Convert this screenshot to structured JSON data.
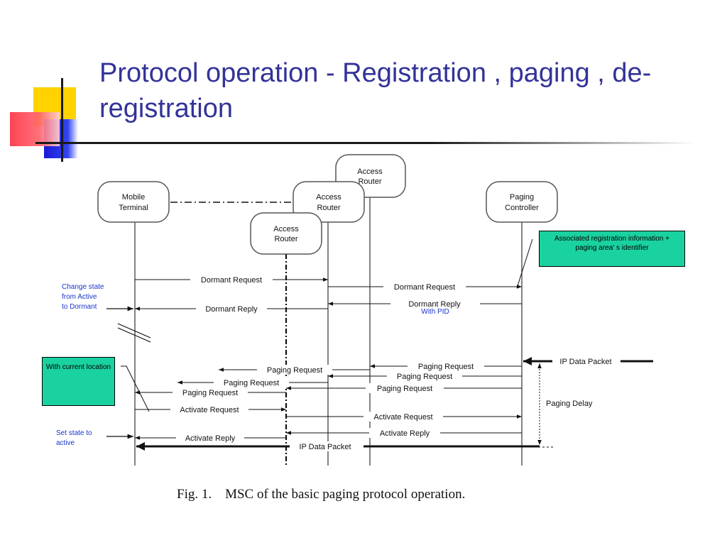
{
  "title": "Protocol operation -  Registration , paging , de-registration",
  "caption": "Fig. 1.    MSC of the basic paging protocol operation.",
  "entities": {
    "mobile_terminal": [
      "Mobile",
      "Terminal"
    ],
    "access_router_1": [
      "Access",
      "Router"
    ],
    "access_router_2": [
      "Access",
      "Router"
    ],
    "access_router_3": [
      "Access",
      "Router"
    ],
    "paging_controller": [
      "Paging",
      "Controller"
    ]
  },
  "messages": {
    "dormant_request_1": "Dormant Request",
    "dormant_request_2": "Dormant Request",
    "dormant_reply_1": "Dormant Reply",
    "dormant_reply_2": "Dormant Reply",
    "with_pid": "With PID",
    "ip_data_packet_in": "IP Data Packet",
    "paging_request_1": "Paging Request",
    "paging_request_2": "Paging Request",
    "paging_request_3": "Paging Request",
    "paging_request_4": "Paging Request",
    "paging_request_5": "Paging Request",
    "paging_request_6": "Paging Request",
    "paging_delay": "Paging Delay",
    "activate_request_1": "Activate Request",
    "activate_request_2": "Activate Request",
    "activate_reply_1": "Activate Reply",
    "activate_reply_2": "Activate Reply",
    "ip_data_packet_out": "IP Data Packet"
  },
  "notes": {
    "change_state": "Change state from Active to Dormant",
    "set_state": "Set state to active",
    "with_current_location": "With current location",
    "associated_registration": "Associated registration information + paging area' s identifier"
  },
  "colors": {
    "title": "#333399",
    "note_text": "#1a33cc",
    "note_box": "#1ad1a0"
  }
}
